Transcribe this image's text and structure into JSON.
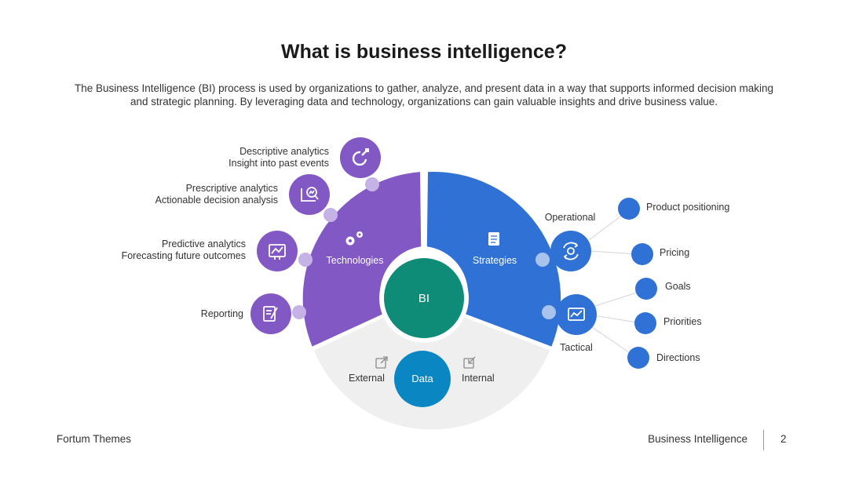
{
  "slide": {
    "title": "What is business intelligence?",
    "subtitle_line1": "The Business Intelligence (BI) process is used by organizations to gather, analyze, and present data in a way that supports informed decision making",
    "subtitle_line2": "and strategic planning. By leveraging data and technology, organizations can gain valuable insights and drive business value."
  },
  "diagram": {
    "center": "BI",
    "segments": {
      "technologies": "Technologies",
      "strategies": "Strategies",
      "data": "Data"
    },
    "data_items": {
      "external": "External",
      "internal": "Internal"
    },
    "technologies_items": [
      {
        "line1": "Descriptive analytics",
        "line2": "Insight into past events",
        "icon": "chart-ring-icon"
      },
      {
        "line1": "Prescriptive analytics",
        "line2": "Actionable decision analysis",
        "icon": "magnify-analysis-icon"
      },
      {
        "line1": "Predictive analytics",
        "line2": "Forecasting future outcomes",
        "icon": "trend-chart-icon"
      },
      {
        "line1": "Reporting",
        "line2": "",
        "icon": "report-pen-icon"
      }
    ],
    "strategies": {
      "operational": {
        "label": "Operational",
        "items": [
          "Product positioning",
          "Pricing"
        ]
      },
      "tactical": {
        "label": "Tactical",
        "items": [
          "Goals",
          "Priorities",
          "Directions"
        ]
      }
    },
    "colors": {
      "purple": "#8258c4",
      "blue": "#2f71d4",
      "gray": "#efefef",
      "teal": "#0e8c78",
      "cyan": "#0a86c2",
      "connector_purple": "#c5b2e6",
      "connector_blue": "#a9c4ec"
    }
  },
  "footer": {
    "left": "Fortum Themes",
    "right": "Business Intelligence",
    "page": "2"
  }
}
